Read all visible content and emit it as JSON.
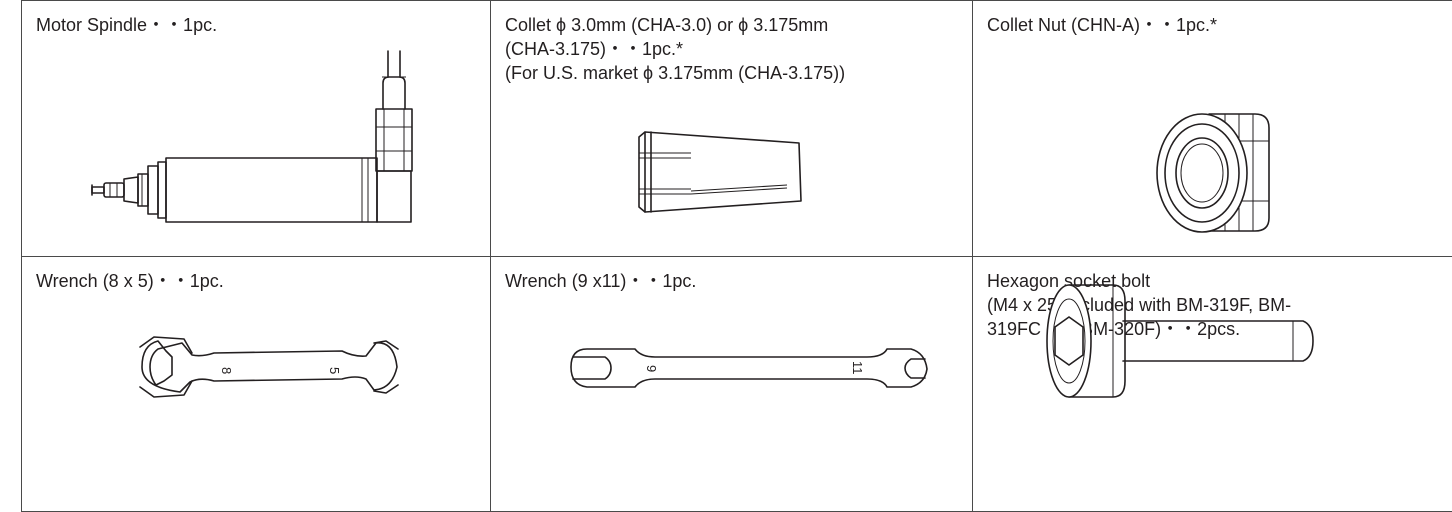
{
  "items": [
    {
      "lines": [
        "Motor Spindle・・1pc."
      ],
      "icon": "motor-spindle"
    },
    {
      "lines": [
        "Collet ϕ 3.0mm (CHA-3.0) or ϕ 3.175mm",
        "(CHA-3.175)・・1pc.*",
        "(For U.S. market ϕ 3.175mm (CHA-3.175))"
      ],
      "icon": "collet"
    },
    {
      "lines": [
        "Collet Nut (CHN-A)・・1pc.*"
      ],
      "icon": "collet-nut"
    },
    {
      "lines": [
        "Wrench (8 x 5)・・1pc."
      ],
      "icon": "wrench-8x5",
      "marks": [
        "8",
        "5"
      ]
    },
    {
      "lines": [
        "Wrench (9 x11)・・1pc."
      ],
      "icon": "wrench-9x11",
      "marks": [
        "9",
        "11"
      ]
    },
    {
      "lines": [
        "Hexagon socket bolt",
        " (M4 x 25: included with BM-319F, BM-",
        "319FC and BM-320F)・・2pcs."
      ],
      "icon": "hex-socket-bolt"
    }
  ]
}
